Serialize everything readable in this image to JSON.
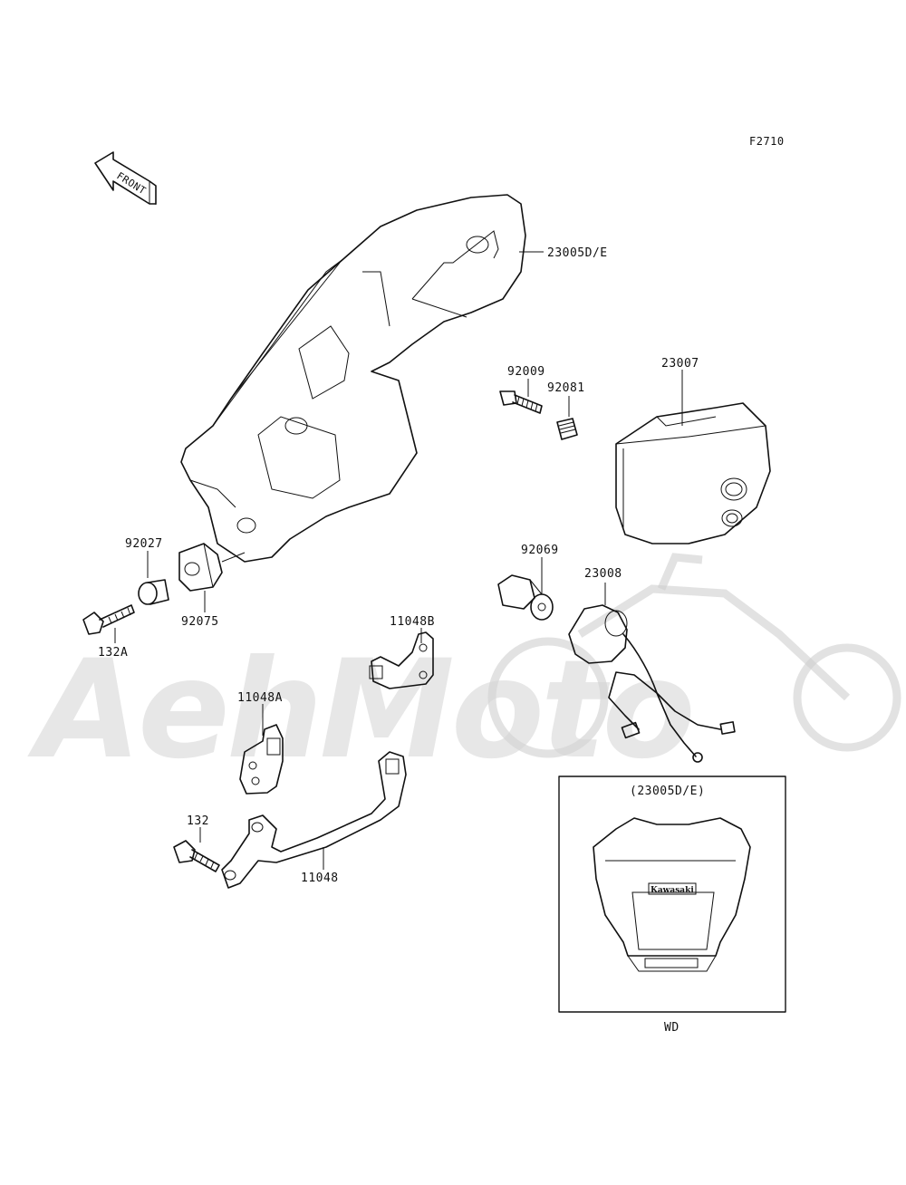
{
  "figure_code": "F2710",
  "front_arrow_text": "FRONT",
  "watermark_text": "AehMoto",
  "inset": {
    "title": "(23005D/E)",
    "model": "WD",
    "brand": "Kawasaki"
  },
  "labels": {
    "headlight_cover": "23005D/E",
    "headlight_unit": "23007",
    "screw_92009": "92009",
    "spring_92081": "92081",
    "collar_92027": "92027",
    "grommet_92075": "92075",
    "bolt_132a": "132A",
    "bulb_92069": "92069",
    "socket_23008": "23008",
    "bracket_11048b": "11048B",
    "bracket_11048a": "11048A",
    "bolt_132": "132",
    "bracket_11048": "11048"
  }
}
